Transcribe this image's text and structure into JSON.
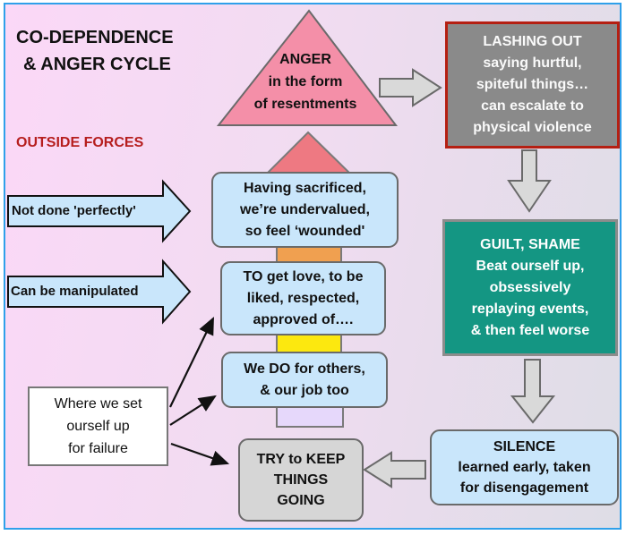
{
  "title": {
    "line1": "CO-DEPENDENCE",
    "line2": "& ANGER CYCLE"
  },
  "outside_forces": {
    "heading": "OUTSIDE FORCES",
    "items": [
      {
        "label": "Not done 'perfectly'"
      },
      {
        "label": "Can be manipulated"
      }
    ]
  },
  "anger": {
    "line1": "ANGER",
    "line2": "in the form",
    "line3": "of resentments"
  },
  "lashing_out": {
    "heading": "LASHING OUT",
    "line1": "saying hurtful,",
    "line2": "spiteful things…",
    "line3": "can escalate to",
    "line4": "physical violence"
  },
  "guilt_shame": {
    "heading": "GUILT, SHAME",
    "line1": "Beat ourself up,",
    "line2": "obsessively",
    "line3": "replaying events,",
    "line4": "& then feel worse"
  },
  "silence": {
    "heading": "SILENCE",
    "line1": "learned early, taken",
    "line2": "for disengagement"
  },
  "try_keep_going": {
    "line1": "TRY to KEEP",
    "line2": "THINGS",
    "line3": "GOING"
  },
  "where_failure": {
    "line1": "Where we set",
    "line2": "ourself up",
    "line3": "for failure"
  },
  "stack": [
    {
      "line1": "Having sacrificed,",
      "line2": "we’re undervalued,",
      "line3": "so feel ‘wounded'"
    },
    {
      "line1": "TO get love, to be",
      "line2": "liked, respected,",
      "line3": "approved of…."
    },
    {
      "line1": "We DO for others,",
      "line2": "& our job too"
    }
  ],
  "colors": {
    "frame_border": "#2fa0ea",
    "anger_triangle": "#f48fa8",
    "stack_top": "#ee7982",
    "stack_orange": "#f0a050",
    "stack_yellow": "#fce80f",
    "stack_lavender": "#e6d8fb",
    "lashing_bg": "#8a8a8a",
    "lashing_border": "#b51f12",
    "guilt_bg": "#149683",
    "blue_box": "#c9e6fb",
    "gray_box": "#d6d6d6",
    "outside_forces_text": "#b61e1e"
  }
}
